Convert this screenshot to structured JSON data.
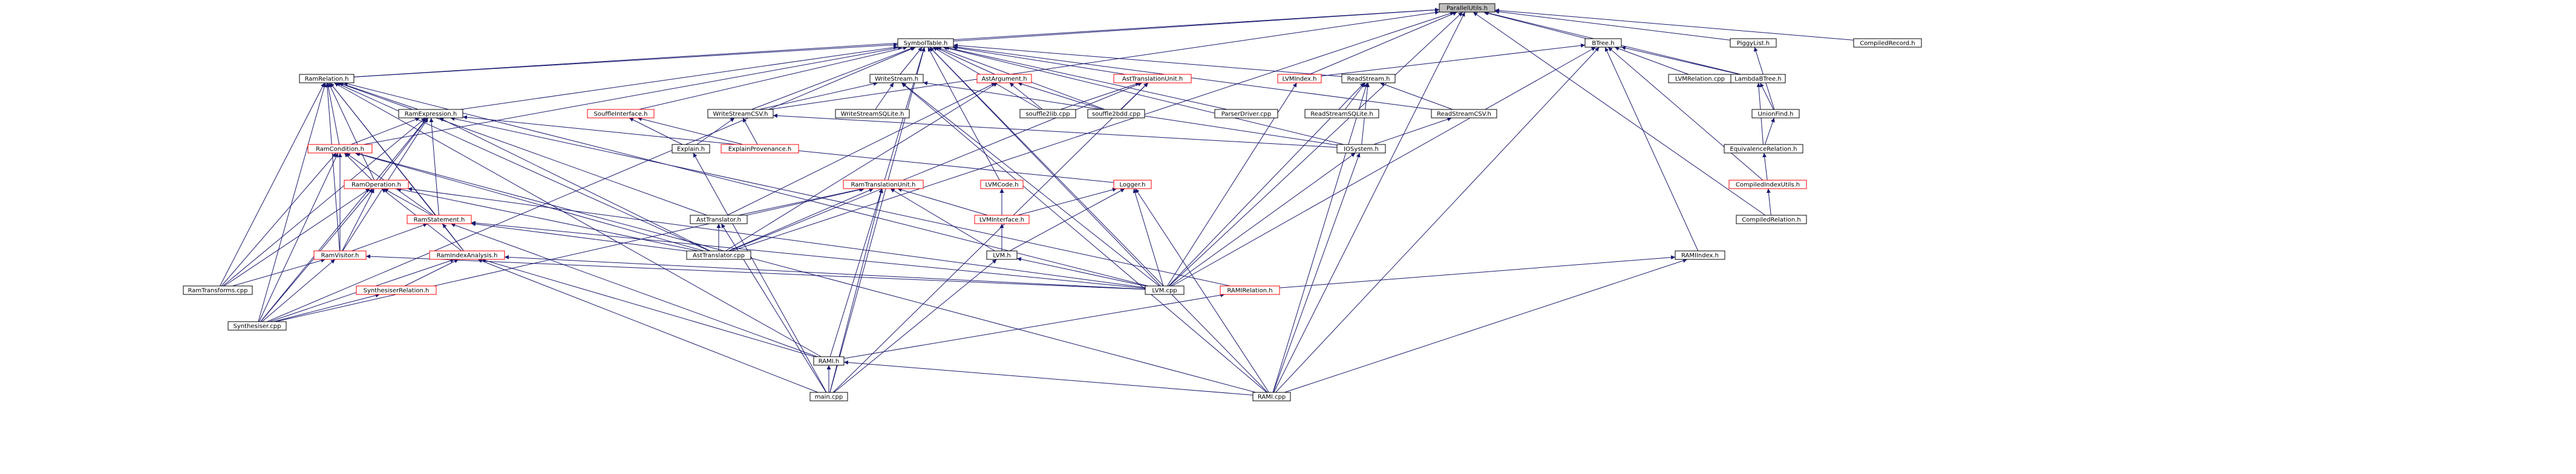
{
  "graph": {
    "root": "ParallelUtils.h",
    "colors": {
      "edge": "#191970",
      "node_border": "#000000",
      "incomplete_node_border": "#ff0000",
      "root_fill": "#bfbfbf"
    },
    "nodes": [
      {
        "id": "ParallelUtils",
        "label": "ParallelUtils.h",
        "red": false
      },
      {
        "id": "SymbolTable",
        "label": "SymbolTable.h",
        "red": false
      },
      {
        "id": "BTree",
        "label": "BTree.h",
        "red": false
      },
      {
        "id": "PiggyList",
        "label": "PiggyList.h",
        "red": false
      },
      {
        "id": "CompiledRecord",
        "label": "CompiledRecord.h",
        "red": false
      },
      {
        "id": "RamRelation",
        "label": "RamRelation.h",
        "red": false
      },
      {
        "id": "WriteStream",
        "label": "WriteStream.h",
        "red": false
      },
      {
        "id": "AstArgument",
        "label": "AstArgument.h",
        "red": true
      },
      {
        "id": "AstTranslationUnit",
        "label": "AstTranslationUnit.h",
        "red": true
      },
      {
        "id": "LVMIndex",
        "label": "LVMIndex.h",
        "red": true
      },
      {
        "id": "ReadStream",
        "label": "ReadStream.h",
        "red": false
      },
      {
        "id": "LVMRelation",
        "label": "LVMRelation.cpp",
        "red": false
      },
      {
        "id": "LambdaBTree",
        "label": "LambdaBTree.h",
        "red": false
      },
      {
        "id": "UnionFind",
        "label": "UnionFind.h",
        "red": false
      },
      {
        "id": "EquivalenceRelation",
        "label": "EquivalenceRelation.h",
        "red": false
      },
      {
        "id": "CompiledIndexUtils",
        "label": "CompiledIndexUtils.h",
        "red": true
      },
      {
        "id": "CompiledRelation",
        "label": "CompiledRelation.h",
        "red": false
      },
      {
        "id": "RamExpression",
        "label": "RamExpression.h",
        "red": false
      },
      {
        "id": "SouffleInterface",
        "label": "SouffleInterface.h",
        "red": true
      },
      {
        "id": "WriteStreamCSV",
        "label": "WriteStreamCSV.h",
        "red": false
      },
      {
        "id": "WriteStreamSQLite",
        "label": "WriteStreamSQLite.h",
        "red": false
      },
      {
        "id": "souffle2lib",
        "label": "souffle2lib.cpp",
        "red": false
      },
      {
        "id": "souffle2bdd",
        "label": "souffle2bdd.cpp",
        "red": false
      },
      {
        "id": "ParserDriver",
        "label": "ParserDriver.cpp",
        "red": false
      },
      {
        "id": "ReadStreamSQLite",
        "label": "ReadStreamSQLite.h",
        "red": false
      },
      {
        "id": "ReadStreamCSV",
        "label": "ReadStreamCSV.h",
        "red": false
      },
      {
        "id": "IOSystem",
        "label": "IOSystem.h",
        "red": false
      },
      {
        "id": "RamCondition",
        "label": "RamCondition.h",
        "red": true
      },
      {
        "id": "Explain",
        "label": "Explain.h",
        "red": false
      },
      {
        "id": "ExplainProvenance",
        "label": "ExplainProvenance.h",
        "red": true
      },
      {
        "id": "RamTranslationUnit",
        "label": "RamTranslationUnit.h",
        "red": true
      },
      {
        "id": "LVMCode",
        "label": "LVMCode.h",
        "red": true
      },
      {
        "id": "Logger",
        "label": "Logger.h",
        "red": true
      },
      {
        "id": "RamOperation",
        "label": "RamOperation.h",
        "red": true
      },
      {
        "id": "RamStatement",
        "label": "RamStatement.h",
        "red": true
      },
      {
        "id": "AstTranslator",
        "label": "AstTranslator.h",
        "red": false
      },
      {
        "id": "LVMInterface",
        "label": "LVMInterface.h",
        "red": true
      },
      {
        "id": "RamIndex",
        "label": "RAMIIndex.h",
        "red": false
      },
      {
        "id": "RamVisitor",
        "label": "RamVisitor.h",
        "red": true
      },
      {
        "id": "RamIndexAnalysis",
        "label": "RamIndexAnalysis.h",
        "red": true
      },
      {
        "id": "AstTranslatorCpp",
        "label": "AstTranslator.cpp",
        "red": false
      },
      {
        "id": "LVMh",
        "label": "LVM.h",
        "red": false
      },
      {
        "id": "LVMcpp",
        "label": "LVM.cpp",
        "red": false
      },
      {
        "id": "RAMIRelation",
        "label": "RAMIRelation.h",
        "red": true
      },
      {
        "id": "RamTransforms",
        "label": "RamTransforms.cpp",
        "red": false
      },
      {
        "id": "SynthesiserRelation",
        "label": "SynthesiserRelation.h",
        "red": true
      },
      {
        "id": "Synthesiser",
        "label": "Synthesiser.cpp",
        "red": false
      },
      {
        "id": "RAMIh",
        "label": "RAMI.h",
        "red": false
      },
      {
        "id": "main",
        "label": "main.cpp",
        "red": false
      },
      {
        "id": "RAMIcpp",
        "label": "RAMI.cpp",
        "red": false
      }
    ],
    "edges": [
      [
        "SymbolTable",
        "ParallelUtils"
      ],
      [
        "BTree",
        "ParallelUtils"
      ],
      [
        "PiggyList",
        "ParallelUtils"
      ],
      [
        "CompiledRecord",
        "ParallelUtils"
      ],
      [
        "RamRelation",
        "ParallelUtils"
      ],
      [
        "LVMIndex",
        "ParallelUtils"
      ],
      [
        "LambdaBTree",
        "ParallelUtils"
      ],
      [
        "CompiledRelation",
        "ParallelUtils"
      ],
      [
        "WriteStreamCSV",
        "ParallelUtils"
      ],
      [
        "LVMcpp",
        "ParallelUtils"
      ],
      [
        "RAMIcpp",
        "ParallelUtils"
      ],
      [
        "AstTranslatorCpp",
        "ParallelUtils"
      ],
      [
        "RamRelation",
        "SymbolTable"
      ],
      [
        "WriteStream",
        "SymbolTable"
      ],
      [
        "AstArgument",
        "SymbolTable"
      ],
      [
        "AstTranslationUnit",
        "SymbolTable"
      ],
      [
        "ReadStream",
        "SymbolTable"
      ],
      [
        "ParserDriver",
        "SymbolTable"
      ],
      [
        "souffle2lib",
        "SymbolTable"
      ],
      [
        "souffle2bdd",
        "SymbolTable"
      ],
      [
        "SouffleInterface",
        "SymbolTable"
      ],
      [
        "WriteStreamCSV",
        "SymbolTable"
      ],
      [
        "RamTranslationUnit",
        "SymbolTable"
      ],
      [
        "LVMCode",
        "SymbolTable"
      ],
      [
        "IOSystem",
        "SymbolTable"
      ],
      [
        "ReadStreamCSV",
        "SymbolTable"
      ],
      [
        "RAMIcpp",
        "SymbolTable"
      ],
      [
        "main",
        "SymbolTable"
      ],
      [
        "Synthesiser",
        "SymbolTable"
      ],
      [
        "RamCondition",
        "SymbolTable"
      ],
      [
        "RamExpression",
        "SymbolTable"
      ],
      [
        "LVMcpp",
        "SymbolTable"
      ],
      [
        "LVMIndex",
        "BTree"
      ],
      [
        "LVMRelation",
        "BTree"
      ],
      [
        "LambdaBTree",
        "BTree"
      ],
      [
        "RamIndex",
        "BTree"
      ],
      [
        "CompiledIndexUtils",
        "BTree"
      ],
      [
        "LVMcpp",
        "BTree"
      ],
      [
        "RAMIcpp",
        "BTree"
      ],
      [
        "UnionFind",
        "PiggyList"
      ],
      [
        "UnionFind",
        "LambdaBTree"
      ],
      [
        "EquivalenceRelation",
        "LambdaBTree"
      ],
      [
        "EquivalenceRelation",
        "UnionFind"
      ],
      [
        "CompiledIndexUtils",
        "EquivalenceRelation"
      ],
      [
        "CompiledRelation",
        "CompiledIndexUtils"
      ],
      [
        "RamExpression",
        "RamRelation"
      ],
      [
        "RamCondition",
        "RamRelation"
      ],
      [
        "RamOperation",
        "RamRelation"
      ],
      [
        "RamStatement",
        "RamRelation"
      ],
      [
        "RamVisitor",
        "RamRelation"
      ],
      [
        "RamIndexAnalysis",
        "RamRelation"
      ],
      [
        "AstTranslator",
        "RamRelation"
      ],
      [
        "RamTransforms",
        "RamRelation"
      ],
      [
        "Synthesiser",
        "RamRelation"
      ],
      [
        "LVMcpp",
        "RamRelation"
      ],
      [
        "RAMIh",
        "RamRelation"
      ],
      [
        "AstTranslatorCpp",
        "RamRelation"
      ],
      [
        "WriteStreamCSV",
        "WriteStream"
      ],
      [
        "WriteStreamSQLite",
        "WriteStream"
      ],
      [
        "IOSystem",
        "WriteStream"
      ],
      [
        "RAMIcpp",
        "WriteStream"
      ],
      [
        "LVMcpp",
        "WriteStream"
      ],
      [
        "souffle2lib",
        "AstArgument"
      ],
      [
        "souffle2bdd",
        "AstArgument"
      ],
      [
        "AstTranslator",
        "AstArgument"
      ],
      [
        "AstTranslatorCpp",
        "AstArgument"
      ],
      [
        "souffle2lib",
        "AstTranslationUnit"
      ],
      [
        "souffle2bdd",
        "AstTranslationUnit"
      ],
      [
        "AstTranslatorCpp",
        "AstTranslationUnit"
      ],
      [
        "main",
        "AstTranslationUnit"
      ],
      [
        "LVMcpp",
        "LVMIndex"
      ],
      [
        "ReadStreamSQLite",
        "ReadStream"
      ],
      [
        "ReadStreamCSV",
        "ReadStream"
      ],
      [
        "IOSystem",
        "ReadStream"
      ],
      [
        "LVMcpp",
        "ReadStream"
      ],
      [
        "RAMIcpp",
        "ReadStream"
      ],
      [
        "IOSystem",
        "ReadStreamCSV"
      ],
      [
        "Explain",
        "SouffleInterface"
      ],
      [
        "ExplainProvenance",
        "SouffleInterface"
      ],
      [
        "Explain",
        "WriteStreamCSV"
      ],
      [
        "ExplainProvenance",
        "WriteStreamCSV"
      ],
      [
        "IOSystem",
        "WriteStreamCSV"
      ],
      [
        "main",
        "Explain"
      ],
      [
        "RamCondition",
        "RamExpression"
      ],
      [
        "RamOperation",
        "RamExpression"
      ],
      [
        "RamStatement",
        "RamExpression"
      ],
      [
        "RamVisitor",
        "RamExpression"
      ],
      [
        "AstTranslatorCpp",
        "RamExpression"
      ],
      [
        "Synthesiser",
        "RamExpression"
      ],
      [
        "RamTransforms",
        "RamExpression"
      ],
      [
        "Logger",
        "RamExpression"
      ],
      [
        "RAMIRelation",
        "RamExpression"
      ],
      [
        "RamOperation",
        "RamCondition"
      ],
      [
        "RamStatement",
        "RamCondition"
      ],
      [
        "RamVisitor",
        "RamCondition"
      ],
      [
        "AstTranslatorCpp",
        "RamCondition"
      ],
      [
        "RamTransforms",
        "RamCondition"
      ],
      [
        "Synthesiser",
        "RamCondition"
      ],
      [
        "RAMIcpp",
        "RamCondition"
      ],
      [
        "RamStatement",
        "RamOperation"
      ],
      [
        "RamVisitor",
        "RamOperation"
      ],
      [
        "RamIndexAnalysis",
        "RamOperation"
      ],
      [
        "AstTranslatorCpp",
        "RamOperation"
      ],
      [
        "RamTransforms",
        "RamOperation"
      ],
      [
        "Synthesiser",
        "RamOperation"
      ],
      [
        "LVMcpp",
        "RamOperation"
      ],
      [
        "RamVisitor",
        "RamStatement"
      ],
      [
        "RamIndexAnalysis",
        "RamStatement"
      ],
      [
        "AstTranslatorCpp",
        "RamStatement"
      ],
      [
        "LVMcpp",
        "RamStatement"
      ],
      [
        "RAMIh",
        "RamStatement"
      ],
      [
        "RamTransforms",
        "RamVisitor"
      ],
      [
        "Synthesiser",
        "RamVisitor"
      ],
      [
        "LVMcpp",
        "RamVisitor"
      ],
      [
        "SynthesiserRelation",
        "RamIndexAnalysis"
      ],
      [
        "Synthesiser",
        "RamIndexAnalysis"
      ],
      [
        "LVMcpp",
        "RamIndexAnalysis"
      ],
      [
        "RAMIh",
        "RamIndexAnalysis"
      ],
      [
        "main",
        "RamIndexAnalysis"
      ],
      [
        "Synthesiser",
        "SynthesiserRelation"
      ],
      [
        "AstTranslator",
        "RamTranslationUnit"
      ],
      [
        "AstTranslatorCpp",
        "RamTranslationUnit"
      ],
      [
        "LVMInterface",
        "RamTranslationUnit"
      ],
      [
        "LVMh",
        "RamTranslationUnit"
      ],
      [
        "RAMIh",
        "RamTranslationUnit"
      ],
      [
        "Synthesiser",
        "RamTranslationUnit"
      ],
      [
        "main",
        "RamTranslationUnit"
      ],
      [
        "LVMInterface",
        "LVMCode"
      ],
      [
        "LVMh",
        "LVMCode"
      ],
      [
        "LVMInterface",
        "Logger"
      ],
      [
        "LVMh",
        "Logger"
      ],
      [
        "LVMcpp",
        "Logger"
      ],
      [
        "RAMIcpp",
        "Logger"
      ],
      [
        "LVMh",
        "LVMInterface"
      ],
      [
        "LVMcpp",
        "LVMh"
      ],
      [
        "main",
        "LVMh"
      ],
      [
        "AstTranslatorCpp",
        "AstTranslator"
      ],
      [
        "main",
        "AstTranslator"
      ],
      [
        "LVMcpp",
        "IOSystem"
      ],
      [
        "RAMIcpp",
        "IOSystem"
      ],
      [
        "RAMIRelation",
        "RamIndex"
      ],
      [
        "RAMIcpp",
        "RamIndex"
      ],
      [
        "RAMIh",
        "RAMIRelation"
      ],
      [
        "RAMIcpp",
        "RAMIh"
      ],
      [
        "main",
        "RAMIh"
      ]
    ]
  }
}
